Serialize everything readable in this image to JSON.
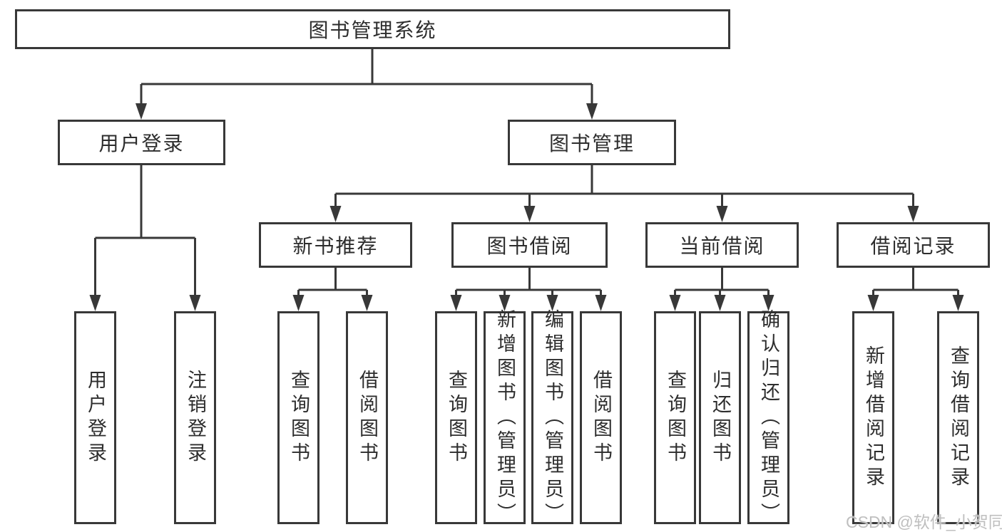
{
  "colors": {
    "background": "#ffffff",
    "line": "#383838",
    "text": "#2d2d2d",
    "watermark": "#bfbfbf"
  },
  "diagram_type": "hierarchy-tree",
  "tree": {
    "label": "图书管理系统",
    "children": [
      {
        "label": "用户登录",
        "children": [
          {
            "label": "用户登录"
          },
          {
            "label": "注销登录"
          }
        ]
      },
      {
        "label": "图书管理",
        "children": [
          {
            "label": "新书推荐",
            "children": [
              {
                "label": "查询图书"
              },
              {
                "label": "借阅图书"
              }
            ]
          },
          {
            "label": "图书借阅",
            "children": [
              {
                "label": "查询图书"
              },
              {
                "label": "新增图书（管理员）"
              },
              {
                "label": "编辑图书（管理员）"
              },
              {
                "label": "借阅图书"
              }
            ]
          },
          {
            "label": "当前借阅",
            "children": [
              {
                "label": "查询图书"
              },
              {
                "label": "归还图书"
              },
              {
                "label": "确认归还（管理员）"
              }
            ]
          },
          {
            "label": "借阅记录",
            "children": [
              {
                "label": "新增借阅记录"
              },
              {
                "label": "查询借阅记录"
              }
            ]
          }
        ]
      }
    ]
  },
  "watermark": {
    "text": "CSDN @软件_小贺同学"
  }
}
